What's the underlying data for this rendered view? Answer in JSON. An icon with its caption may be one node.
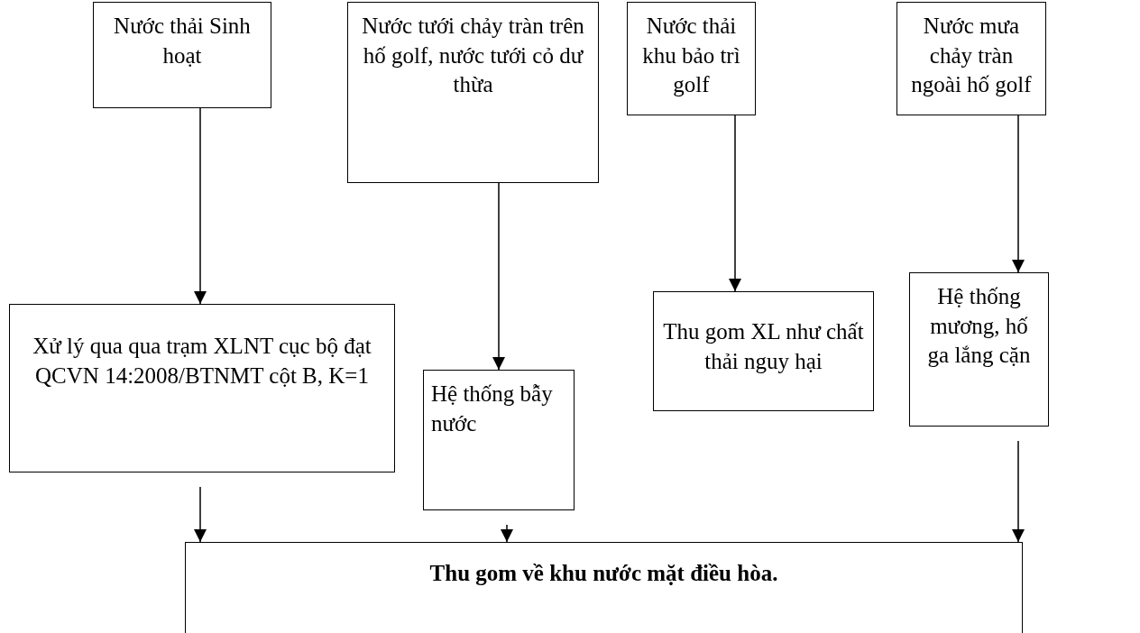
{
  "diagram": {
    "nodes": [
      {
        "text": [
          "Nước thải Sinh hoạt"
        ]
      },
      {
        "text": [
          "Nước tưới chảy tràn trên hố golf, nước tưới cỏ dư thừa"
        ]
      },
      {
        "text": [
          "Nước thải khu bảo trì golf"
        ]
      },
      {
        "text": [
          "Nước mưa chảy tràn ngoài hố golf"
        ]
      },
      {
        "text": [
          "Xử lý qua qua trạm XLNT cục bộ đạt QCVN 14:2008/BTNMT cột B, K=1"
        ]
      },
      {
        "text": [
          "Hệ thống bẫy nước"
        ]
      },
      {
        "text": [
          "Thu gom XL như chất thải nguy hại"
        ]
      },
      {
        "text": [
          "Hệ thống mương, hố ga lắng cặn"
        ]
      },
      {
        "text": [
          "Thu gom về khu nước mặt điều hòa."
        ]
      }
    ],
    "edges": [
      {
        "from": 0,
        "to": 4,
        "arrow": "to"
      },
      {
        "from": 1,
        "to": 5,
        "arrow": "to"
      },
      {
        "from": 2,
        "to": 6,
        "arrow": "to"
      },
      {
        "from": 3,
        "to": 7,
        "arrow": "to"
      },
      {
        "from": 4,
        "to": 8,
        "arrow": "to"
      },
      {
        "from": 5,
        "to": 8,
        "arrow": "to"
      },
      {
        "from": 7,
        "to": 8,
        "arrow": "to"
      }
    ]
  }
}
